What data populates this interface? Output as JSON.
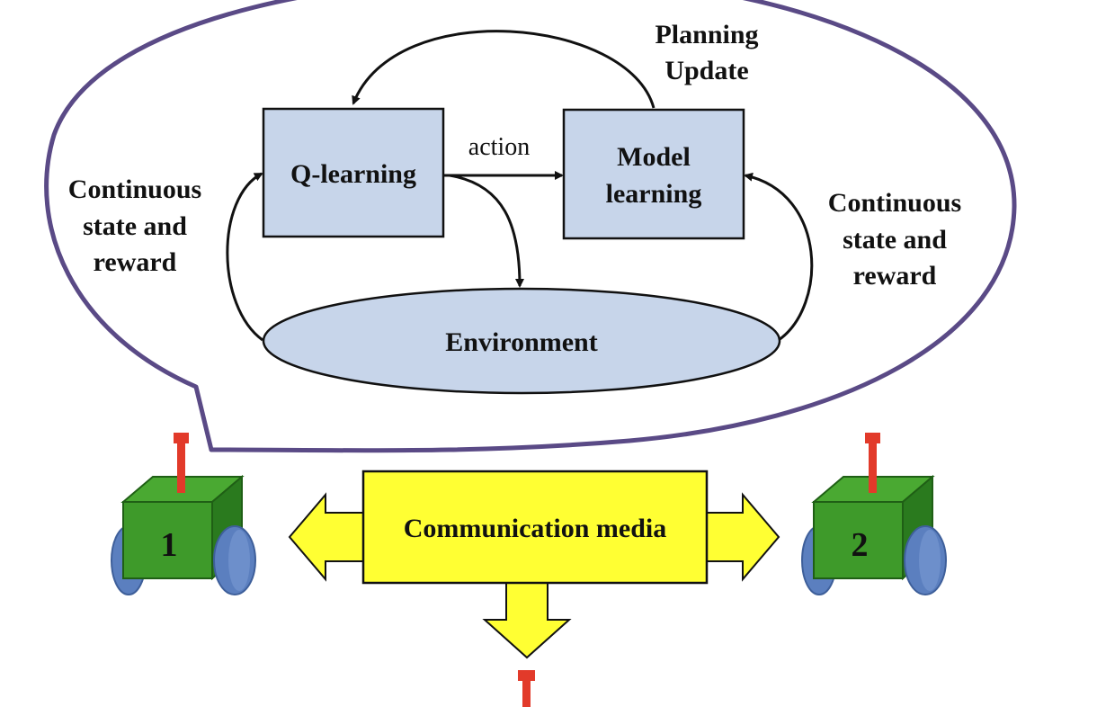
{
  "diagram": {
    "q_learning": "Q-learning",
    "model_learning_line1": "Model",
    "model_learning_line2": "learning",
    "environment": "Environment",
    "action": "action",
    "planning_line1": "Planning",
    "planning_line2": "Update",
    "left_state_line1": "Continuous",
    "left_state_line2": "state and",
    "left_state_line3": "reward",
    "right_state_line1": "Continuous",
    "right_state_line2": "state and",
    "right_state_line3": "reward"
  },
  "communication": {
    "label": "Communication media"
  },
  "robots": [
    {
      "id": "1"
    },
    {
      "id": "2"
    }
  ],
  "colors": {
    "bubble_border": "#5a4a86",
    "box_fill": "#c7d5ea",
    "environment_fill": "#c7d5ea",
    "media_fill": "#ffff33",
    "robot_green": "#3e9a2a",
    "robot_dark_green": "#2a7a1e",
    "wheel_blue": "#5b7fbf",
    "antenna_red": "#e23a2a"
  }
}
